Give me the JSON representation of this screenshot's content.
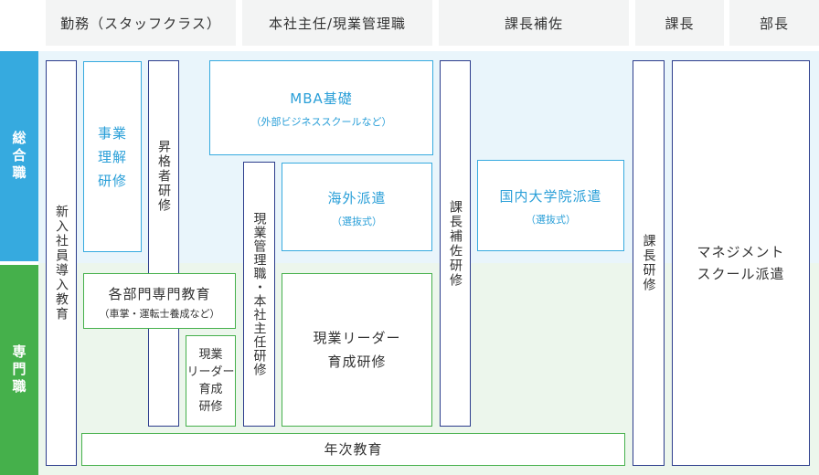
{
  "headers": {
    "general_staff": "勤務（スタッフクラス）",
    "chief": "本社主任/現業管理職",
    "assistant_manager": "課長補佐",
    "section_manager": "課長",
    "department_manager": "部長"
  },
  "tracks": {
    "general": "総合職",
    "specialist": "専門職"
  },
  "programs": {
    "new_employee": "新入社員導入教育",
    "business_understanding": "事業\n理解\n研修",
    "promotion_qualification": "昇格者研修",
    "mba_basics": {
      "title": "MBA基礎",
      "note": "（外部ビジネススクールなど）"
    },
    "chief_training": "現業管理職・本社主任研修",
    "overseas_dispatch": {
      "title": "海外派遣",
      "note": "（選抜式）"
    },
    "assistant_manager_training": "課長補佐研修",
    "graduate_school": {
      "title": "国内大学院派遣",
      "note": "（選抜式）"
    },
    "section_manager_training": "課長研修",
    "management_school": "マネジメント\nスクール派遣",
    "department_specialty": {
      "title": "各部門専門教育",
      "note": "（車掌・運転士養成など）"
    },
    "field_leader_small": "現業\nリーダー\n育成\n研修",
    "field_leader": "現業リーダー\n育成研修",
    "annual": "年次教育"
  },
  "colors": {
    "navy_border": "#2c3c8c",
    "blue": "#36aadf",
    "green": "#45b04b",
    "header_bg": "#f3f4f4"
  }
}
